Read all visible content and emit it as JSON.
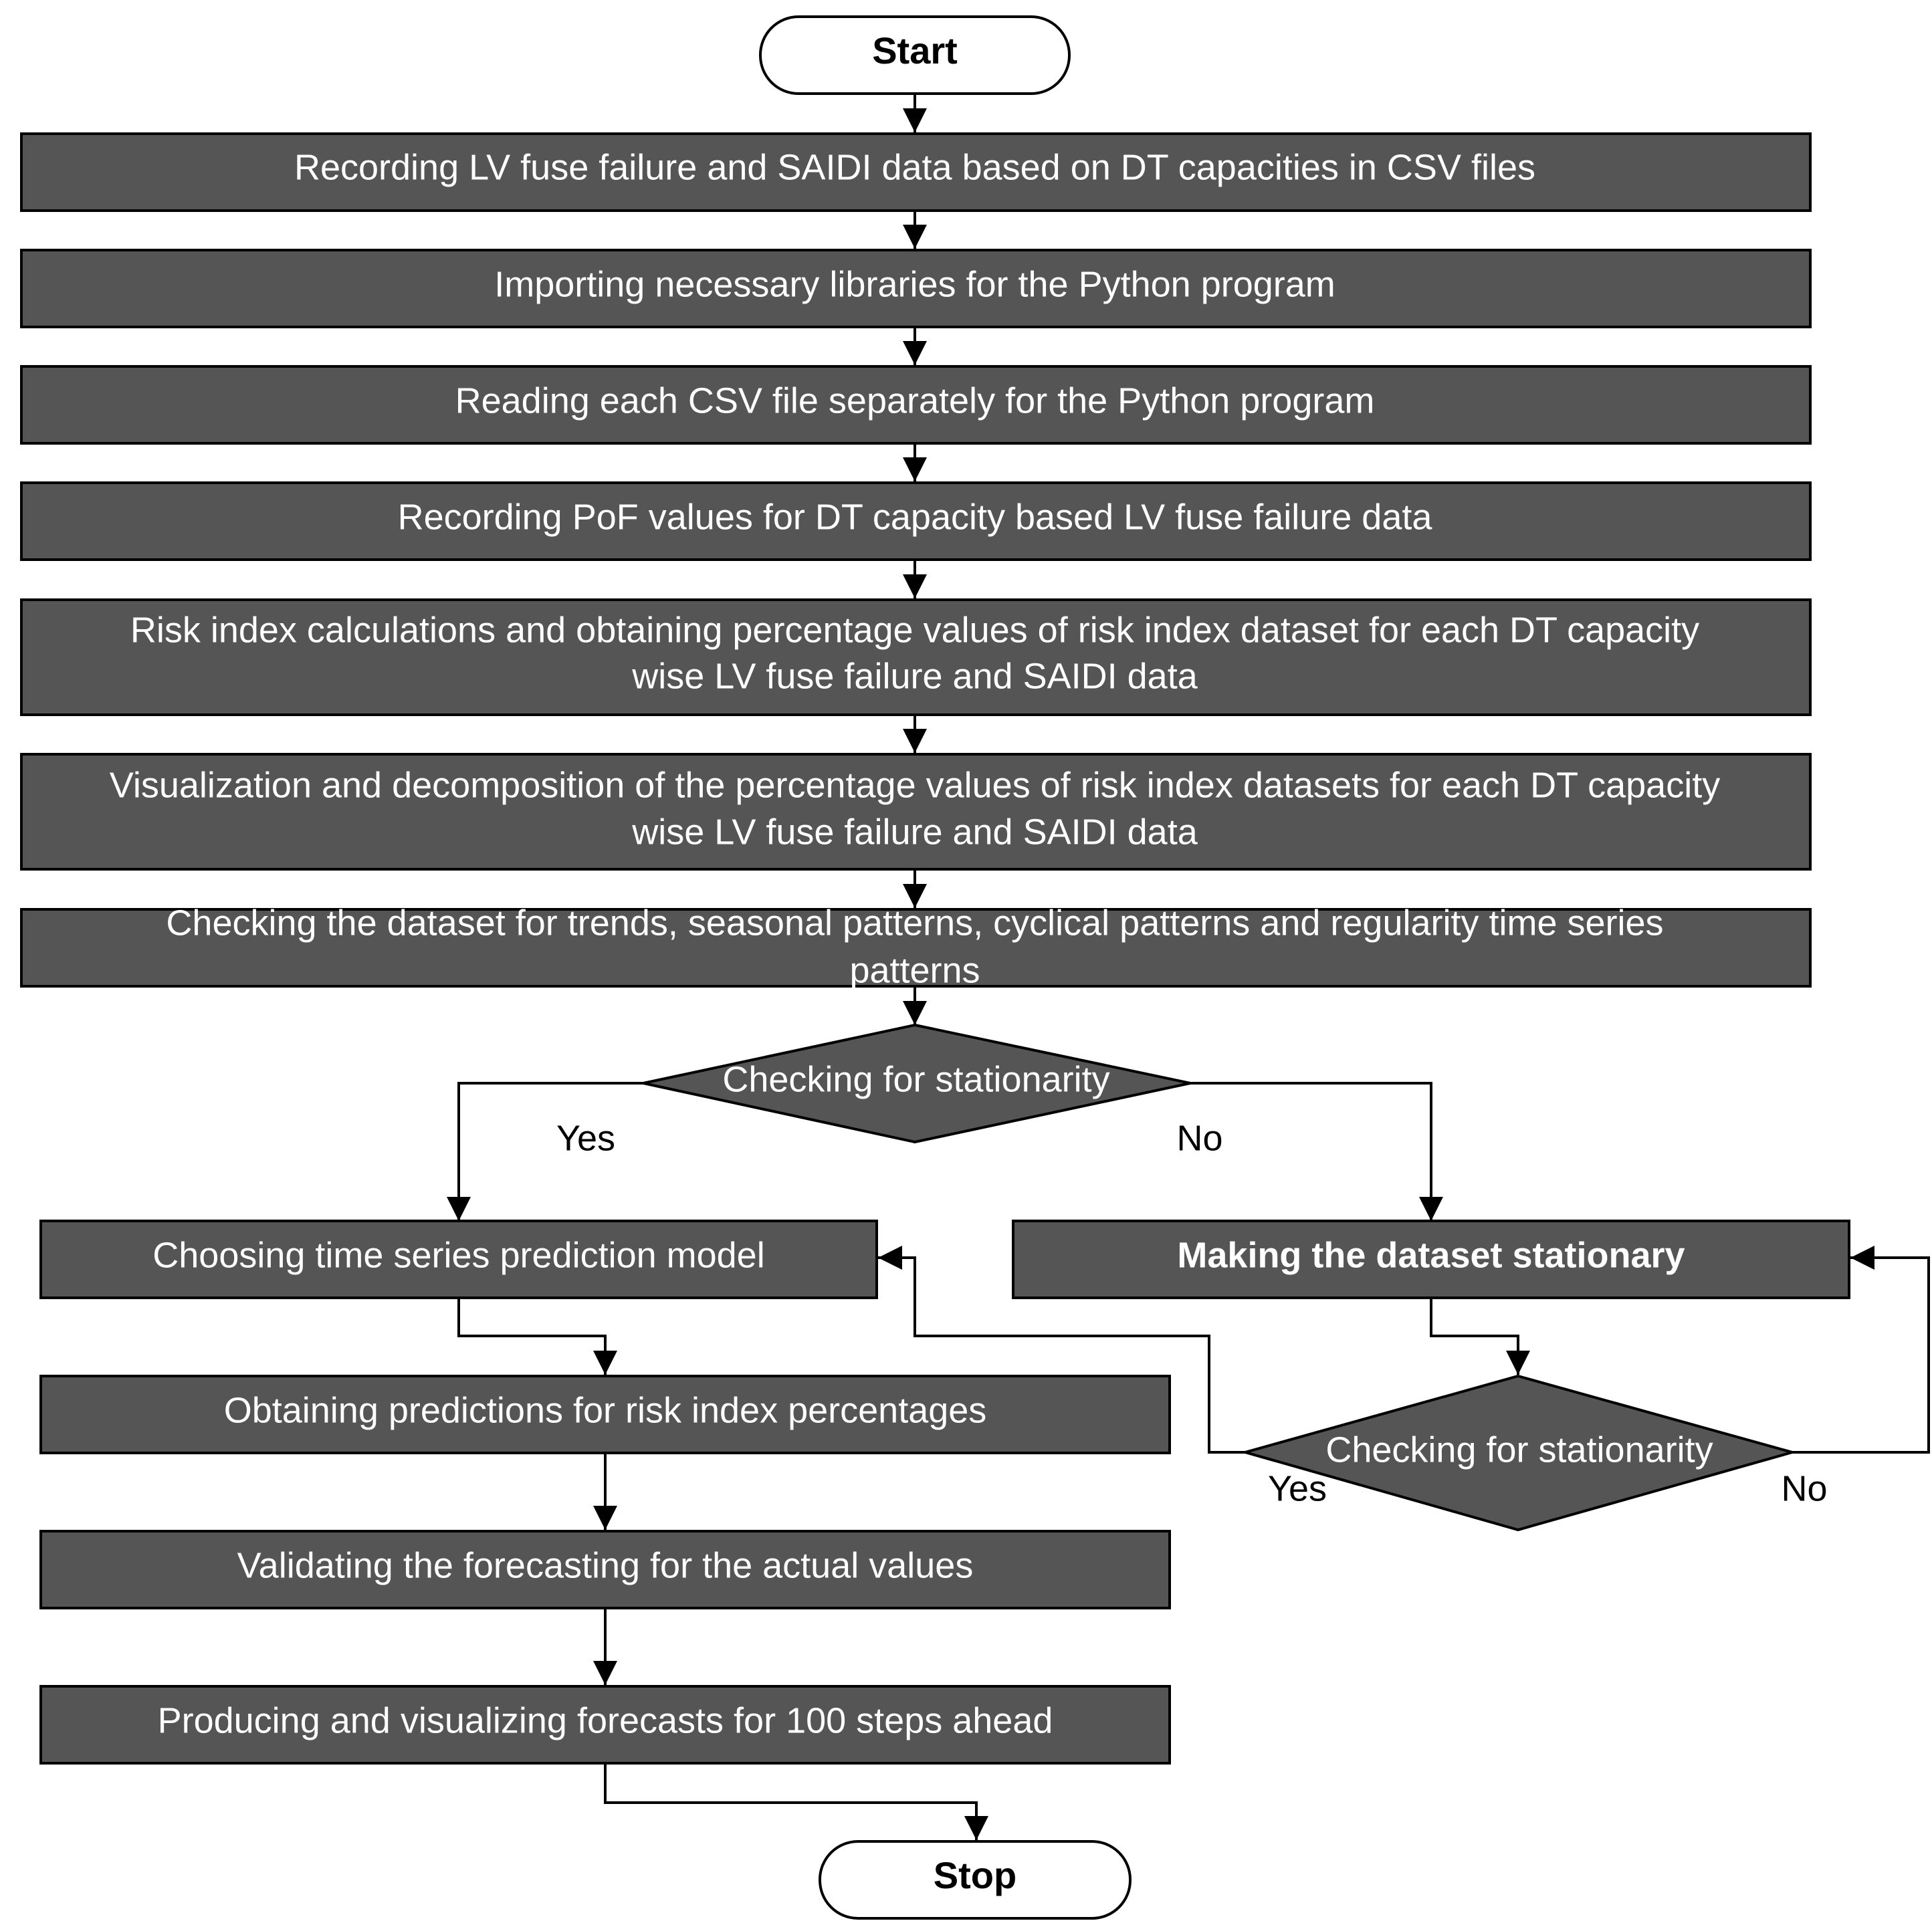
{
  "start": "Start",
  "stop": "Stop",
  "steps": [
    [
      "Recording LV fuse failure and SAIDI data based on DT capacities in CSV files"
    ],
    [
      "Importing necessary libraries for the Python program"
    ],
    [
      "Reading each CSV file separately for the Python program"
    ],
    [
      "Recording PoF values for DT capacity based LV fuse failure data"
    ],
    [
      "Risk index calculations and obtaining percentage values of risk index dataset for each DT capacity",
      "wise LV fuse failure and SAIDI data"
    ],
    [
      "Visualization and decomposition of the percentage values of risk index datasets for each DT capacity",
      "wise LV fuse failure and SAIDI data"
    ],
    [
      "Checking the dataset for trends, seasonal patterns, cyclical patterns and regularity  time series",
      "patterns"
    ]
  ],
  "decision1": {
    "label": "Checking for stationarity",
    "yes": "Yes",
    "no": "No"
  },
  "choose_model": "Choosing time series prediction model",
  "make_stationary": "Making the dataset stationary",
  "decision2": {
    "label": "Checking for stationarity",
    "yes": "Yes",
    "no": "No"
  },
  "left_steps": [
    "Obtaining predictions for risk index percentages",
    "Validating the forecasting for the actual values",
    "Producing and visualizing forecasts for 100 steps ahead"
  ]
}
